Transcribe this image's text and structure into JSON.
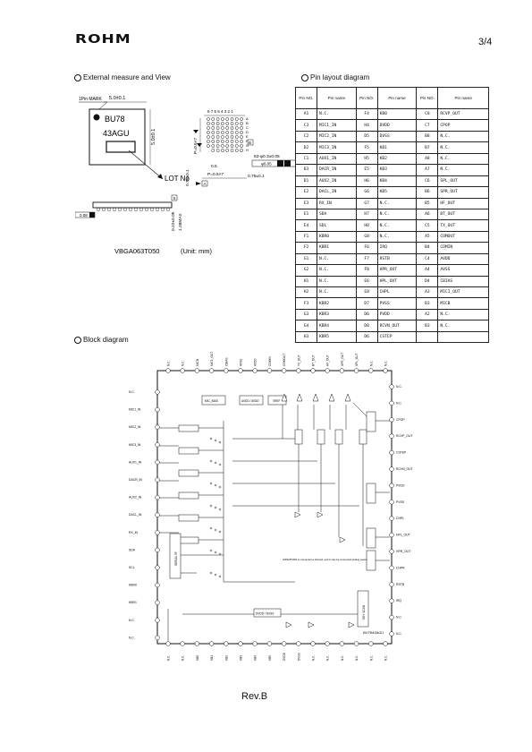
{
  "header": {
    "logo": "ROHM",
    "page": "3/4"
  },
  "external": {
    "title": "External measure and View",
    "pin_mark": "1Pin MARK",
    "dim_w": "5.0±0.1",
    "dim_h": "5.0±0.1",
    "marking_line1": "BU78",
    "marking_line2": "43AGU",
    "lot": "LOT No",
    "pkg": "VBGA063T050",
    "unit": "(Unit: mm)",
    "col_nums": "8 7 6 5 4 3 2 1",
    "row_letters": [
      "A",
      "B",
      "C",
      "D",
      "E",
      "F",
      "G",
      "H"
    ],
    "pitch_v": "P=0.5×7",
    "pitch_h": "P=0.5×7",
    "ball": "63-φ0.3±0.05",
    "tol": "φ0.05",
    "ref_s": "S",
    "ref_a": "A",
    "ref_b": "B",
    "d_075a": "0.75±0.1",
    "d_075b": "0.75±0.1",
    "d_05": "0.5",
    "d_008": "0.08",
    "d_022": "0.22±0.05",
    "d_128": "1.28MAX"
  },
  "pins": {
    "title": "Pin layout diagram",
    "headers": {
      "no": "Pin NO.",
      "name": "Pin name"
    },
    "rows": [
      [
        "A1",
        "N.C.",
        "F4",
        "KB0",
        "C8",
        "RCVP_OUT"
      ],
      [
        "C3",
        "MIC1_IN",
        "H4",
        "DVDD",
        "C7",
        "CPOP"
      ],
      [
        "C2",
        "MIC2_IN",
        "D5",
        "DVSS",
        "B8",
        "N.C."
      ],
      [
        "D2",
        "MIC3_IN",
        "F5",
        "KB1",
        "B7",
        "N.C."
      ],
      [
        "C1",
        "AUX1_IN",
        "H5",
        "KB2",
        "A8",
        "N.C."
      ],
      [
        "D3",
        "DACR_IN",
        "E5",
        "KB3",
        "A7",
        "N.C."
      ],
      [
        "D1",
        "AUX2_IN",
        "H6",
        "KB4",
        "C6",
        "SPL_OUT"
      ],
      [
        "E2",
        "DACL_IN",
        "G6",
        "KB5",
        "B6",
        "SPR_OUT"
      ],
      [
        "E3",
        "RX_IN",
        "G7",
        "N.C.",
        "B5",
        "HF_OUT"
      ],
      [
        "E1",
        "SDA",
        "H7",
        "N.C.",
        "A6",
        "BT_OUT"
      ],
      [
        "E4",
        "SDL",
        "H8",
        "N.C.",
        "C5",
        "TX_OUT"
      ],
      [
        "F1",
        "KBR0",
        "G8",
        "N.C.",
        "A5",
        "COMOUT"
      ],
      [
        "F2",
        "KBR1",
        "F6",
        "IRQ",
        "B4",
        "COMIN"
      ],
      [
        "G1",
        "N.C.",
        "F7",
        "RSTB",
        "C4",
        "AVDD"
      ],
      [
        "G2",
        "N.C.",
        "F8",
        "HPR_OUT",
        "A4",
        "AVSS"
      ],
      [
        "H1",
        "N.C.",
        "E6",
        "HPL_OUT",
        "D4",
        "CBIAS"
      ],
      [
        "H2",
        "N.C.",
        "E8",
        "CHPL",
        "A3",
        "MIC1_OUT"
      ],
      [
        "F3",
        "KBR2",
        "D7",
        "PVSS",
        "B3",
        "MICB"
      ],
      [
        "G3",
        "KBR3",
        "D6",
        "PVDD",
        "A2",
        "N.C."
      ],
      [
        "G4",
        "KBR4",
        "D8",
        "RCVN_OUT",
        "B3",
        "N.C."
      ],
      [
        "H3",
        "KBR5",
        "D6",
        "CSTEP",
        "",
        ""
      ]
    ]
  },
  "block": {
    "title": "Block diagram",
    "chip": "BU7843AGU",
    "top_pins": [
      "N.C.",
      "N.C.",
      "MICB",
      "MIC1_OUT",
      "CBIAS",
      "AVSS",
      "AVDD",
      "COMIN",
      "COMOUT",
      "TX_OUT",
      "BT_OUT",
      "HF_OUT",
      "SPR_OUT",
      "SPL_OUT",
      "N.C.",
      "N.C."
    ],
    "bottom_pins": [
      "N.C.",
      "N.C.",
      "KB0",
      "KB1",
      "KB2",
      "KB3",
      "KB4",
      "KB5",
      "DVDD",
      "DVSS",
      "N.C.",
      "N.C.",
      "N.C.",
      "N.C.",
      "N.C.",
      "N.C."
    ],
    "left_pins": [
      "N.C.",
      "MIC1_IN",
      "MIC2_IN",
      "MIC3_IN",
      "AUX1_IN",
      "DACR_IN",
      "AUX2_IN",
      "DACL_IN",
      "RX_IN",
      "SDA",
      "SCL",
      "KBR0",
      "KBR1",
      "N.C.",
      "N.C."
    ],
    "right_pins": [
      "N.C.",
      "N.C.",
      "CPOP",
      "RCVP_OUT",
      "CSTEP",
      "RCVN_OUT",
      "PVDD",
      "PVSS",
      "CHPL",
      "HPL_OUT",
      "HPR_OUT",
      "CHPR",
      "RSTB",
      "IRQ",
      "N.C.",
      "N.C."
    ],
    "blocks": {
      "mic_bias": "MIC_BIAS",
      "avdd": "AVDD / AVDD",
      "vref": "VREF",
      "serial": "SERIAL I/F",
      "key_scan": "KEY SCAN",
      "dvdd_det": "DVDD / DVSS"
    },
    "note": "AVDD/PVDD is connected a shorted, and it may be connected analog power."
  },
  "footer": {
    "rev": "Rev.B"
  }
}
